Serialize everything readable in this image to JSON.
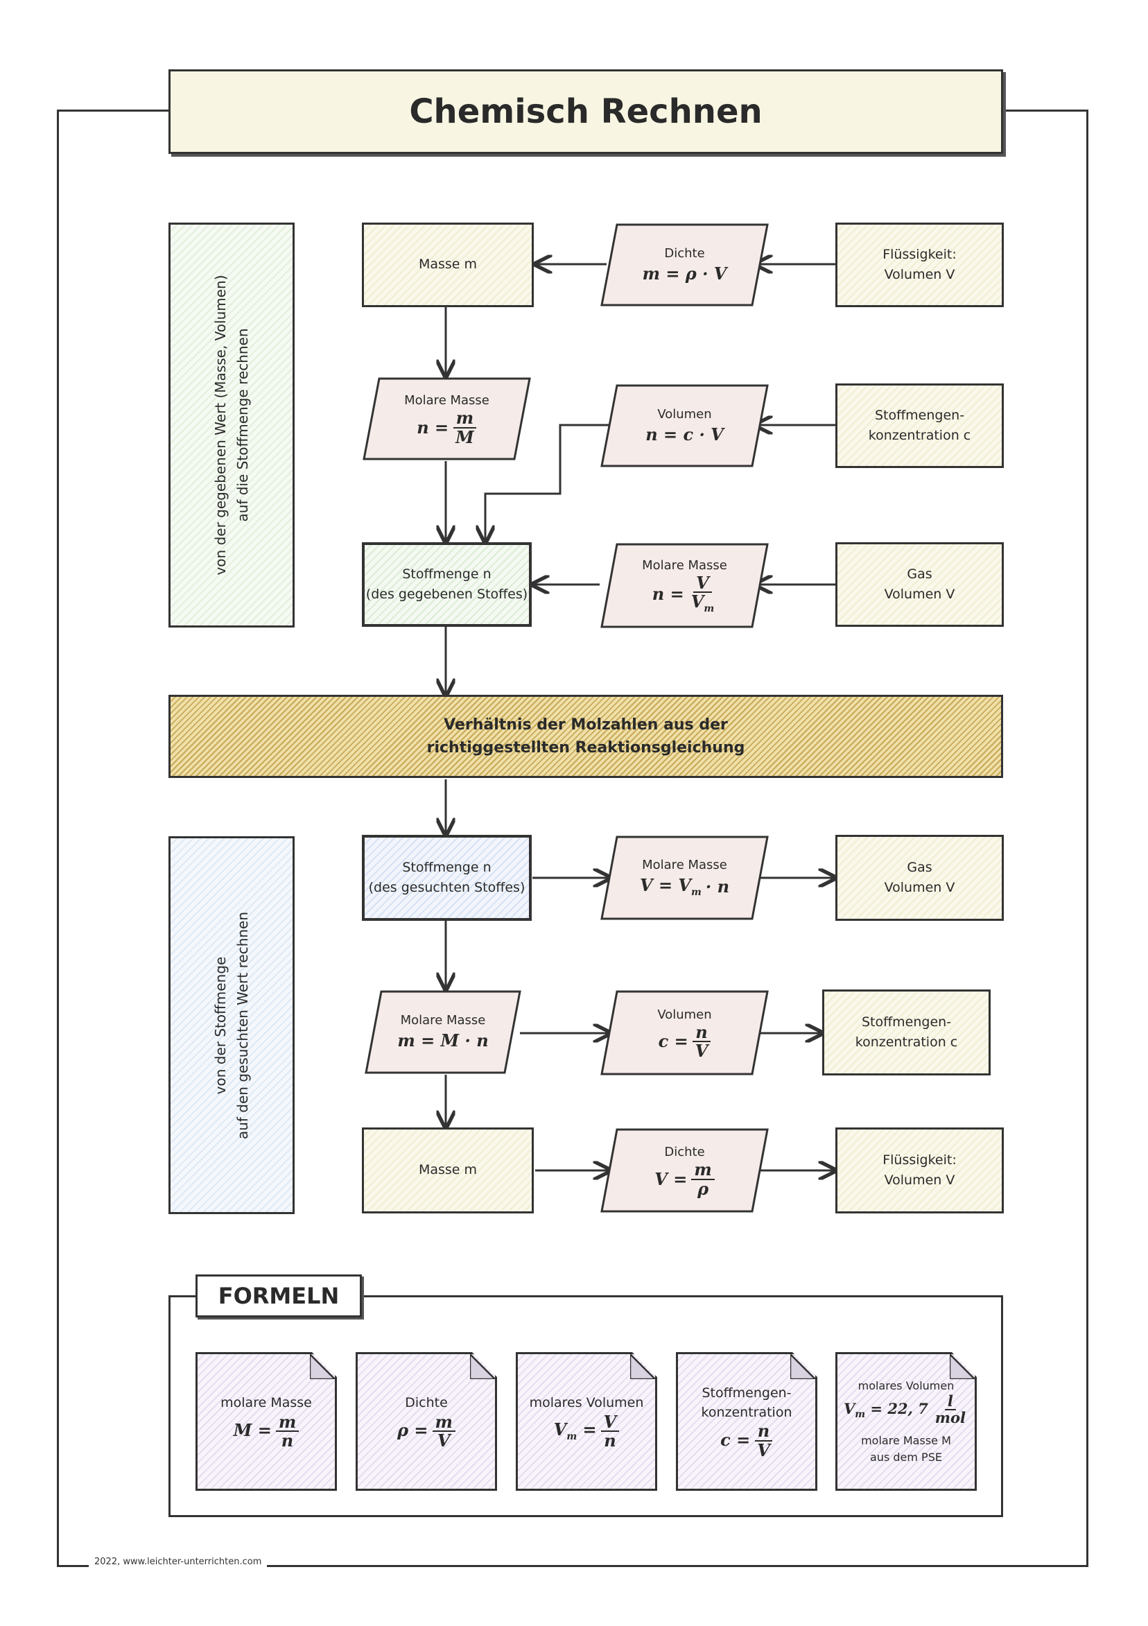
{
  "title": "Chemisch Rechnen",
  "side_top": {
    "line1": "von der gegebenen Wert (Masse, Volumen)",
    "line2": "auf die Stoffmenge rechnen"
  },
  "side_bottom": {
    "line1": "von der Stoffmenge",
    "line2": "auf den gesuchten Wert rechnen"
  },
  "top": {
    "masse": "Masse m",
    "dichte": {
      "label": "Dichte",
      "formula": "m = ρ · V"
    },
    "fluessig": {
      "line1": "Flüssigkeit:",
      "line2": "Volumen V"
    },
    "molare": {
      "label": "Molare Masse",
      "lhs": "n =",
      "num": "m",
      "den": "M"
    },
    "volumen": {
      "label": "Volumen",
      "formula": "n = c · V"
    },
    "konz": {
      "line1": "Stoffmengen-",
      "line2": "konzentration c"
    },
    "stoff": {
      "line1": "Stoffmenge n",
      "line2": "(des gegebenen Stoffes)"
    },
    "molgas": {
      "label": "Molare Masse",
      "lhs": "n =",
      "num": "V",
      "den": "V",
      "den_sub": "m"
    },
    "gas": {
      "line1": "Gas",
      "line2": "Volumen V"
    }
  },
  "band": {
    "line1": "Verhältnis der Molzahlen aus der",
    "line2": "richtiggestellten Reaktionsgleichung"
  },
  "bottom": {
    "stoff": {
      "line1": "Stoffmenge n",
      "line2": "(des gesuchten Stoffes)"
    },
    "molgas": {
      "label": "Molare Masse",
      "lhs": "V = V",
      "lhs_sub": "m",
      "rhs": "· n"
    },
    "gas": {
      "line1": "Gas",
      "line2": "Volumen V"
    },
    "molare": {
      "label": "Molare Masse",
      "formula": "m = M · n"
    },
    "volumen": {
      "label": "Volumen",
      "lhs": "c =",
      "num": "n",
      "den": "V"
    },
    "konz": {
      "line1": "Stoffmengen-",
      "line2": "konzentration c"
    },
    "masse": "Masse m",
    "dichte": {
      "label": "Dichte",
      "lhs": "V =",
      "num": "m",
      "den": "ρ"
    },
    "fluessig": {
      "line1": "Flüssigkeit:",
      "line2": "Volumen V"
    }
  },
  "formeln": {
    "heading": "FORMELN",
    "cards": [
      {
        "label": "molare Masse",
        "lhs": "M =",
        "num": "m",
        "den": "n"
      },
      {
        "label": "Dichte",
        "lhs": "ρ =",
        "num": "m",
        "den": "V"
      },
      {
        "label": "molares Volumen",
        "lhs": "V",
        "lhs_sub": "m",
        "lhs_eq": "=",
        "num": "V",
        "den": "n"
      },
      {
        "label1": "Stoffmengen-",
        "label2": "konzentration",
        "lhs": "c =",
        "num": "n",
        "den": "V"
      },
      {
        "label": "molares Volumen",
        "lhs": "V",
        "lhs_sub": "m",
        "lhs_eq": "= 22, 7",
        "num": "l",
        "den": "mol",
        "note1": "molare Masse M",
        "note2": "aus dem PSE"
      }
    ]
  },
  "footer": "2022, www.leichter-unterrichten.com"
}
